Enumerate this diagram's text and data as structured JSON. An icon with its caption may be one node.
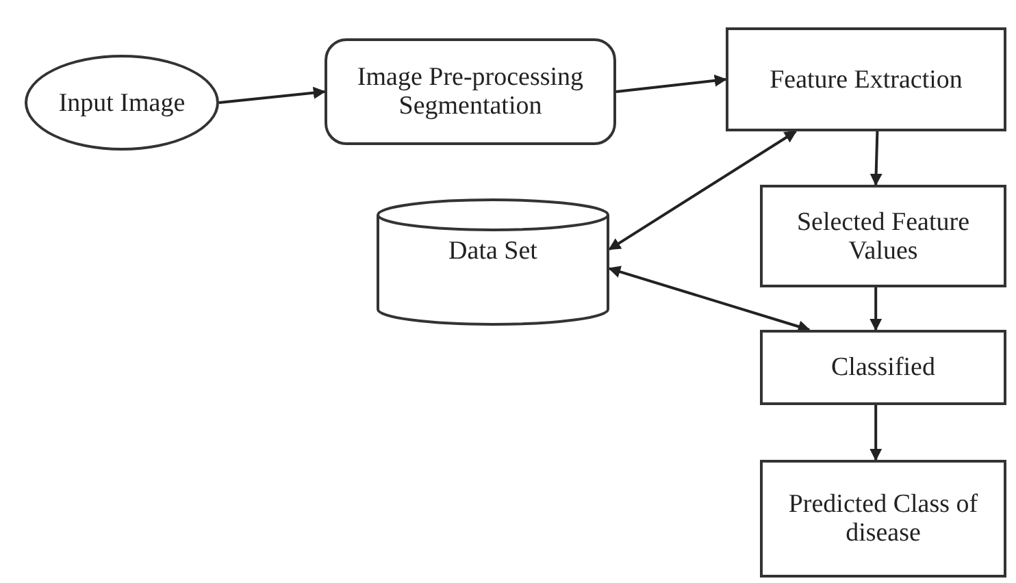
{
  "diagram": {
    "nodes": [
      {
        "text": [
          "Input Image"
        ]
      },
      {
        "text": [
          "Image Pre-processing Segmentation"
        ]
      },
      {
        "text": [
          "Feature Extraction"
        ]
      },
      {
        "text": [
          "Data Set"
        ]
      },
      {
        "text": [
          "Selected Feature Values"
        ]
      },
      {
        "text": [
          "Classified"
        ]
      },
      {
        "text": [
          "Predicted Class of disease"
        ]
      }
    ],
    "edges": [
      {
        "from": 0,
        "to": 1,
        "arrow": "to"
      },
      {
        "from": 1,
        "to": 2,
        "arrow": "to"
      },
      {
        "from": 2,
        "to": 4,
        "arrow": "to"
      },
      {
        "from": 3,
        "to": 2,
        "arrow": "both"
      },
      {
        "from": 3,
        "to": 5,
        "arrow": "both"
      },
      {
        "from": 4,
        "to": 5,
        "arrow": "to"
      },
      {
        "from": 5,
        "to": 6,
        "arrow": "to"
      }
    ]
  }
}
